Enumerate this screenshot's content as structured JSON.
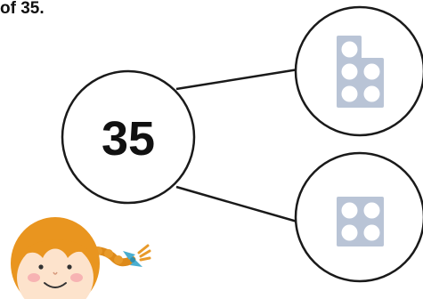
{
  "heading": "of 35.",
  "part_whole_model": {
    "whole": "35",
    "parts": [
      {
        "blocks_in_columns": [
          3,
          2
        ],
        "block_color": "#b9c4d6"
      },
      {
        "blocks_in_columns": [
          2,
          2
        ],
        "block_color": "#b9c4d6"
      }
    ]
  },
  "character": {
    "icon": "girl-with-pigtail-icon",
    "bow_color": "#4aaed0"
  }
}
